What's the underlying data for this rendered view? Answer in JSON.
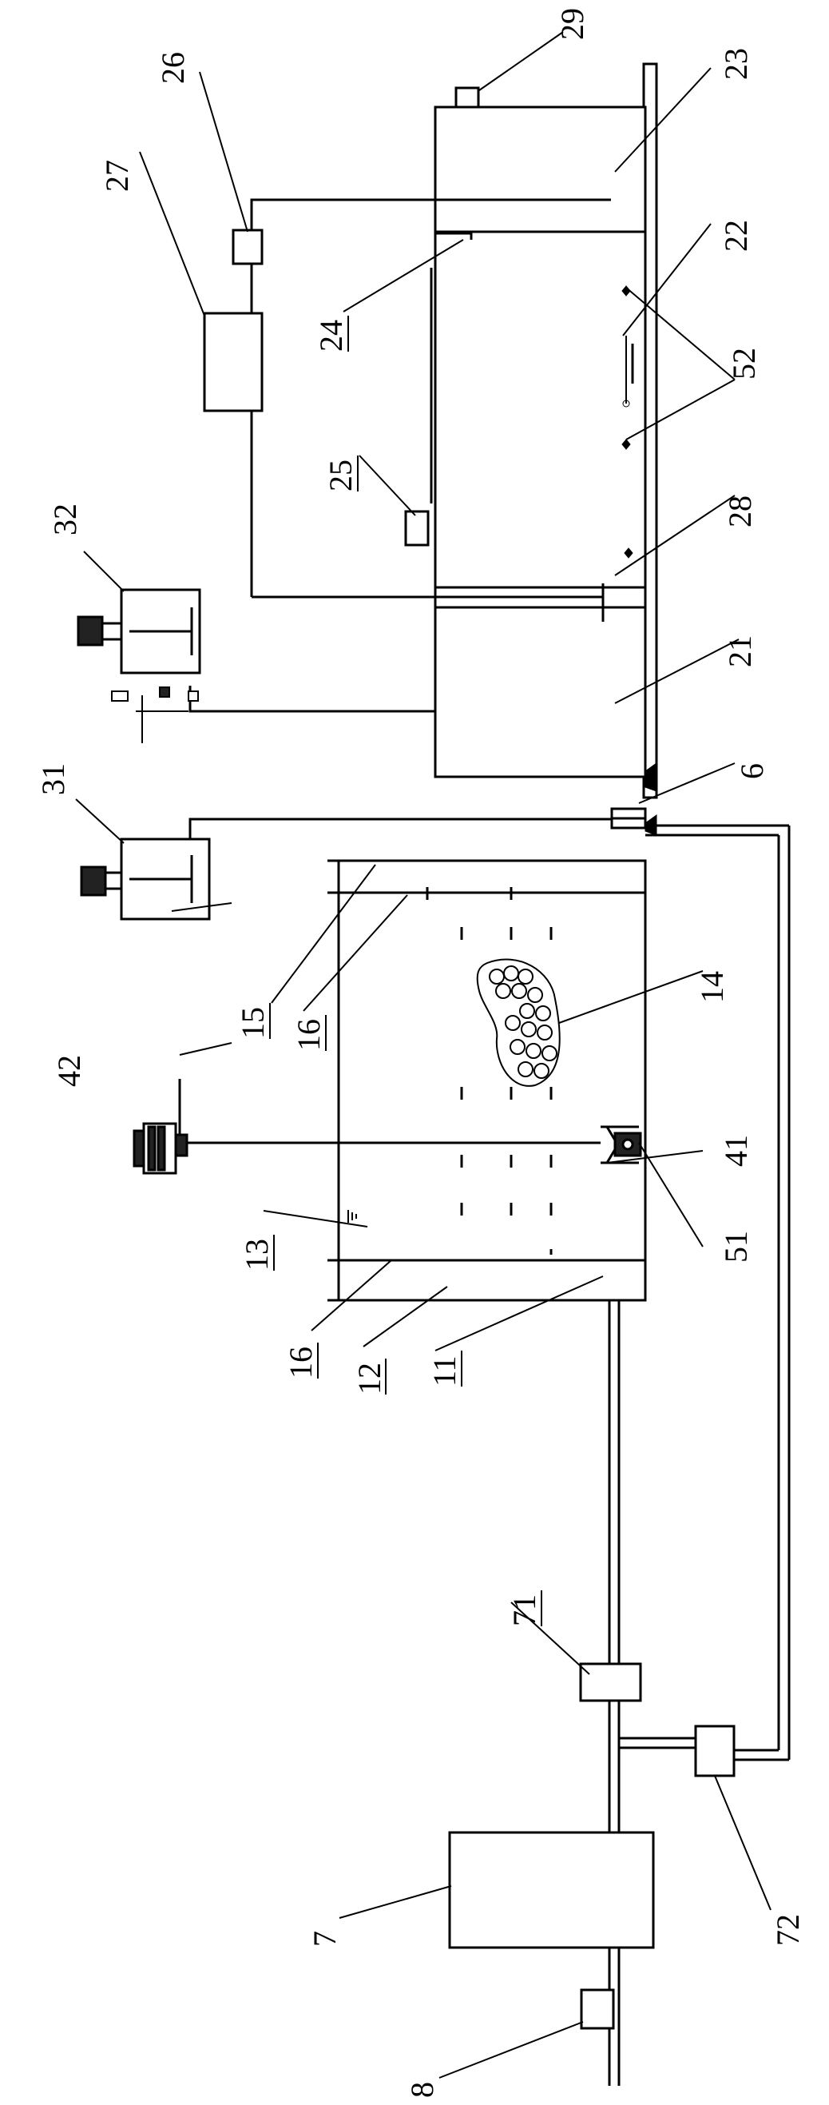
{
  "labels": {
    "l7": "7",
    "l8": "8",
    "l11": "11",
    "l12": "12",
    "l13": "13",
    "l14": "14",
    "l15": "15",
    "l16a": "16",
    "l16b": "16",
    "l21": "21",
    "l22": "22",
    "l23": "23",
    "l24": "24",
    "l25": "25",
    "l26": "26",
    "l27": "27",
    "l28": "28",
    "l29": "29",
    "l31": "31",
    "l32": "32",
    "l41": "41",
    "l42": "42",
    "l51": "51",
    "l52": "52",
    "l6": "6",
    "l71": "71",
    "l72": "72"
  }
}
